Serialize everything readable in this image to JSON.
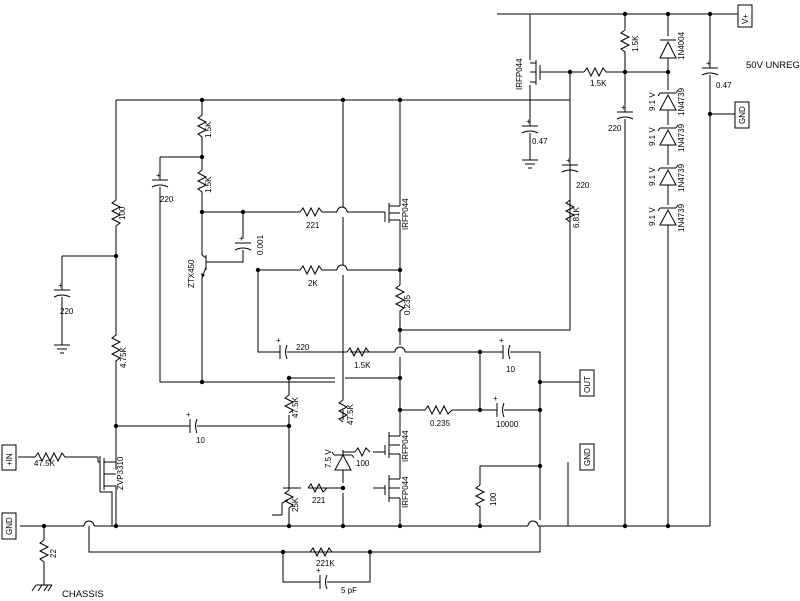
{
  "title": "50V UNREG",
  "ports": {
    "vplus": "V+",
    "gnd_right": "GND",
    "in": "+IN",
    "gnd_left": "GND",
    "out": "OUT",
    "gnd_mid": "GND",
    "chassis": "CHASSIS"
  },
  "labels": {
    "r_47k5_in": "47.5K",
    "q_zvp": "ZVP3310",
    "r_100_a": "100",
    "c_220_a": "220",
    "r_4k75": "4.75K",
    "r_1k5_a": "1.5K",
    "r_1k5_b": "1.5K",
    "c_220_b": "220",
    "q_ztx": "ZTX450",
    "c_0001": "0.001",
    "r_221_a": "221",
    "r_2k": "2K",
    "q_irfp_a": "IRFP044",
    "r_0235_a": "0.235",
    "c_220_c": "220",
    "r_1k5_c": "1.5K",
    "c_10_a": "10",
    "c_10000": "10000",
    "r_0235_b": "0.235",
    "c_10_b": "10",
    "r_47k5_b": "47.5K",
    "r_47k5_c": "47.5K",
    "z_75": "7.5 V",
    "r_100_b": "100",
    "q_irfp_b": "IRFP044",
    "pot_25k": "25K",
    "r_221_b": "221",
    "q_irfp_c": "IRFP044",
    "r_100_c": "100",
    "r_221k": "221K",
    "c_5pf": "5 pF",
    "c_22": "22",
    "q_irfp_top": "IRFP044",
    "c_047_a": "0.47",
    "r_1k5_d": "1.5K",
    "r_6k81": "6.81K",
    "c_220_d": "220",
    "c_220_e": "220",
    "r_1k5_top": "1.5K",
    "c_047_b": "0.47",
    "d_1n4004": "1N4004",
    "z_91_a": "9.1 V",
    "z_91_b": "9.1 V",
    "z_91_c": "9.1 V",
    "z_91_d": "9.1 V",
    "d_1n4739_a": "1N4739",
    "d_1n4739_b": "1N4739",
    "d_1n4739_c": "1N4739",
    "d_1n4739_d": "1N4739"
  }
}
